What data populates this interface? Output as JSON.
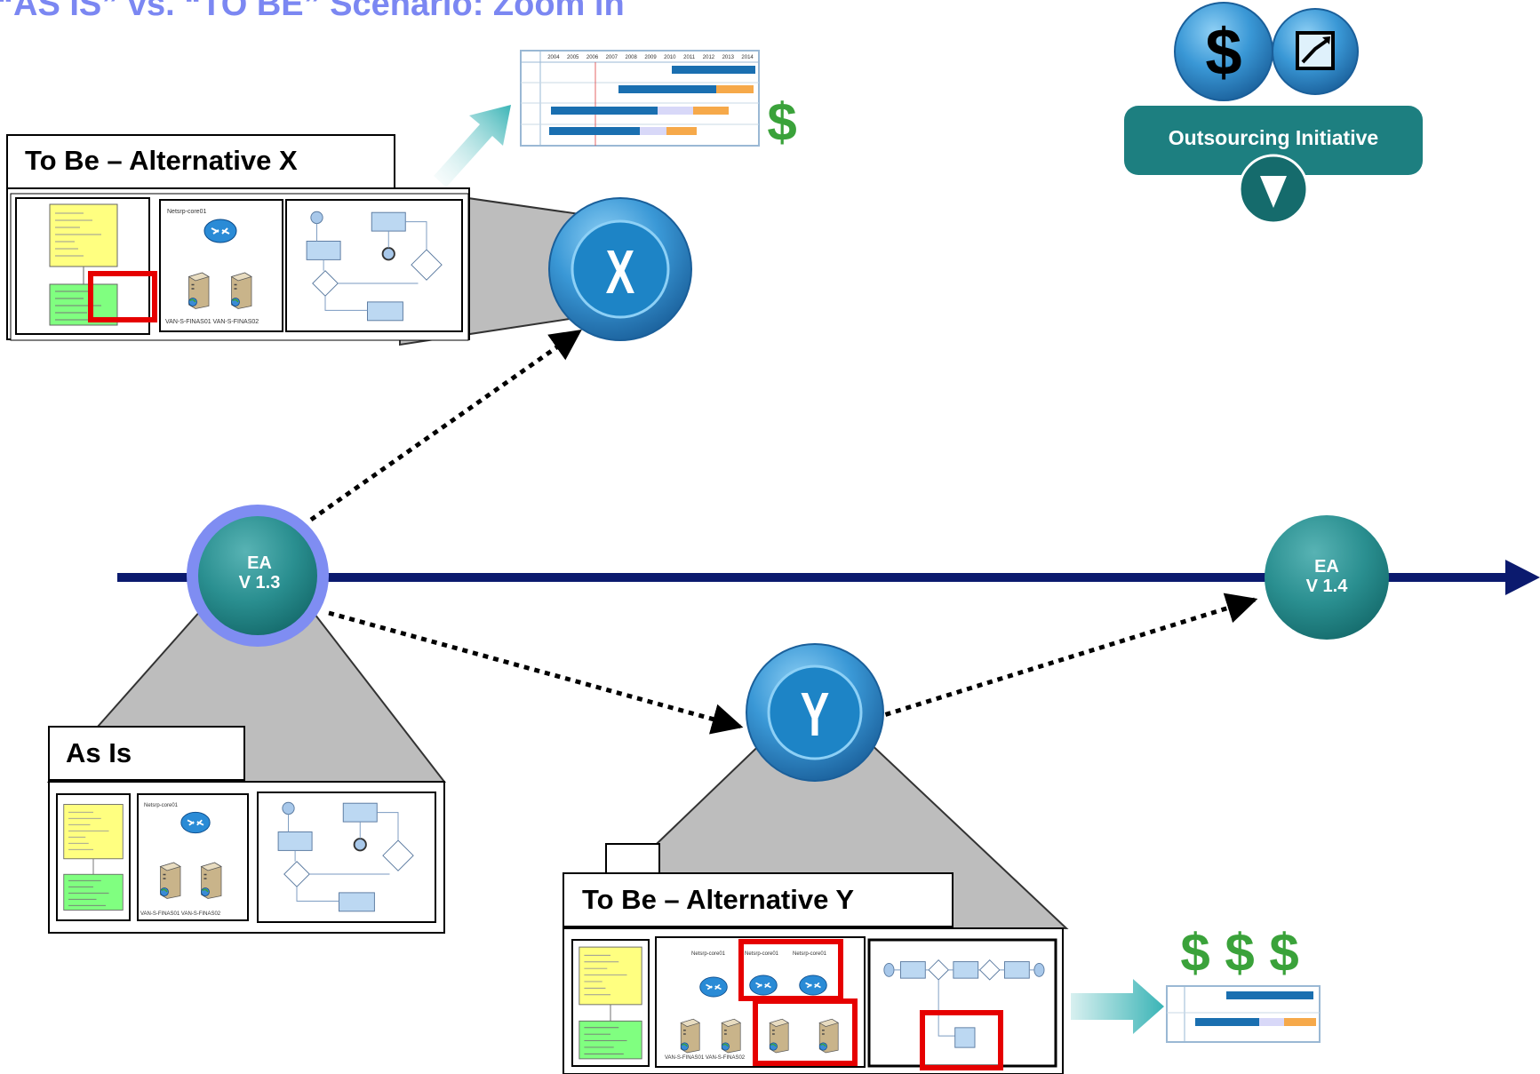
{
  "title": "“AS IS” vs. “TO BE” Scenario: Zoom in",
  "colors": {
    "title": "#7b87f2",
    "timeline": "#0b1a6e",
    "teal": "#1d7f80",
    "teal_light": "#66b9ba",
    "blue_btn": "#2a7fc4",
    "ring": "#7f8df2",
    "money": "#3aa23a",
    "highlight": "#e60000",
    "gantt_blue": "#1a6fb0",
    "gantt_orange": "#f6a94a"
  },
  "nodes": {
    "ea13": {
      "line1": "EA",
      "line2": "V 1.3"
    },
    "ea14": {
      "line1": "EA",
      "line2": "V 1.4"
    },
    "x": {
      "label": "X"
    },
    "y": {
      "label": "Y"
    }
  },
  "panels": {
    "as_is": {
      "label": "As Is"
    },
    "alt_x": {
      "label": "To Be – Alternative X"
    },
    "alt_y": {
      "label": "To Be – Alternative Y"
    }
  },
  "network": {
    "router_label": "Netsrp-core01",
    "server1": "VAN-S-FINAS01",
    "server2": "VAN-S-FINAS02",
    "server_pair": "VAN-S-FINAS01 VAN-S-FINAS02"
  },
  "outsourcing": {
    "label": "Outsourcing Initiative",
    "icons": [
      "dollar-icon",
      "chart-icon",
      "triangle-down-icon"
    ]
  },
  "gantt": {
    "years": [
      "2004",
      "2005",
      "2006",
      "2007",
      "2008",
      "2009",
      "2010",
      "2011",
      "2012",
      "2013",
      "2014"
    ]
  },
  "money": {
    "single": "$",
    "triple": [
      "$",
      "$",
      "$"
    ]
  }
}
